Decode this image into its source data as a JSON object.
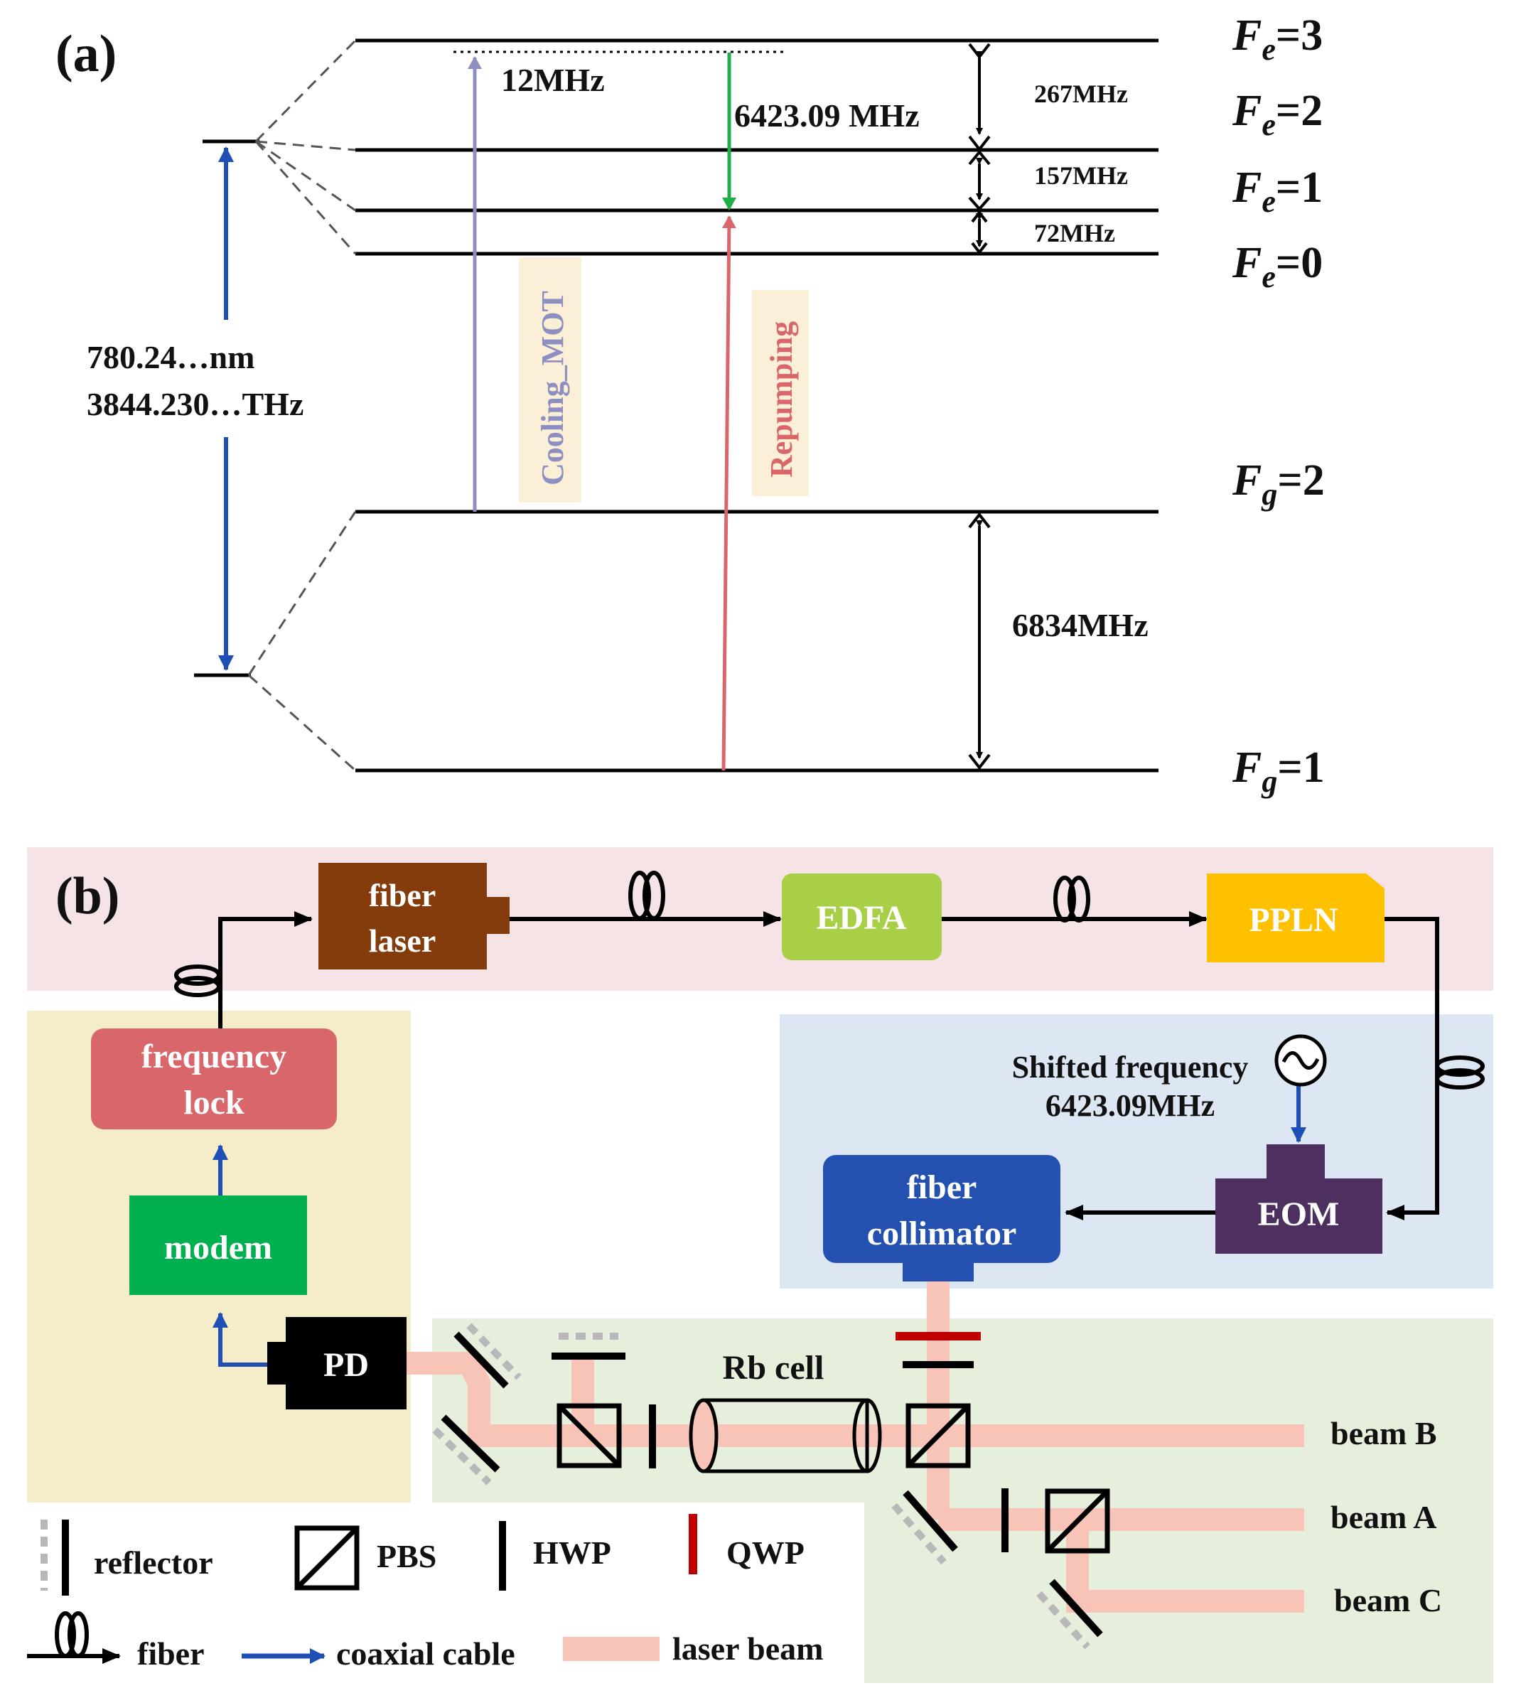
{
  "panel_a": {
    "label": "(a)",
    "levels": {
      "fe3": "F",
      "fe3_sub": "e",
      "fe3_val": "=3",
      "fe2": "F",
      "fe2_sub": "e",
      "fe2_val": "=2",
      "fe1": "F",
      "fe1_sub": "e",
      "fe1_val": "=1",
      "fe0": "F",
      "fe0_sub": "e",
      "fe0_val": "=0",
      "fg2": "F",
      "fg2_sub": "g",
      "fg2_val": "=2",
      "fg1": "F",
      "fg1_sub": "g",
      "fg1_val": "=1"
    },
    "spacings": {
      "s267": "267MHz",
      "s157": "157MHz",
      "s72": "72MHz",
      "s6834": "6834MHz"
    },
    "detuning": "12MHz",
    "repump_shift": "6423.09 MHz",
    "wavelength": "780.24…nm",
    "frequency": "3844.230…THz",
    "cooling_label": "Cooling_MOT",
    "repumping_label": "Repumping"
  },
  "panel_b": {
    "label": "(b)",
    "fiber_laser_1": "fiber",
    "fiber_laser_2": "laser",
    "edfa": "EDFA",
    "ppln": "PPLN",
    "freq_lock_1": "frequency",
    "freq_lock_2": "lock",
    "modem": "modem",
    "pd": "PD",
    "shifted_freq_1": "Shifted frequency",
    "shifted_freq_2": "6423.09MHz",
    "eom": "EOM",
    "collimator_1": "fiber",
    "collimator_2": "collimator",
    "rb_cell": "Rb cell",
    "beam_b": "beam B",
    "beam_a": "beam A",
    "beam_c": "beam C"
  },
  "legend": {
    "reflector": "reflector",
    "pbs": "PBS",
    "hwp": "HWP",
    "qwp": "QWP",
    "fiber": "fiber",
    "coax": "coaxial cable",
    "laser_beam": "laser beam"
  },
  "colors": {
    "cooling": "#8c8fc0",
    "repump": "#d9666a",
    "green_arrow": "#1fae4a",
    "blue_arrow": "#1f4fb5",
    "fiber_laser": "#843c0c",
    "edfa": "#a9cf46",
    "ppln": "#ffc000",
    "freq_lock": "#d9666a",
    "modem": "#00b050",
    "eom": "#4d3060",
    "collimator": "#2451b0",
    "laser_beam": "#f8c4b8",
    "qwp": "#c00000",
    "region_pink": "#f5e3e5",
    "region_yellow": "#f5ecca",
    "region_blue": "#dde7f3",
    "region_green": "#e6efdc",
    "label_bg": "#fcefd8"
  }
}
